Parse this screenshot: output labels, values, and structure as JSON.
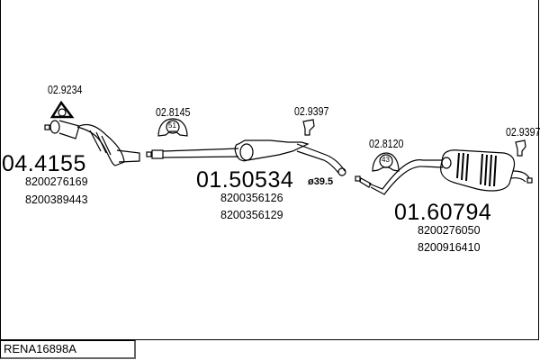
{
  "diagram_code": "RENA16898A",
  "parts": [
    {
      "number": "04.4155",
      "oe_numbers": [
        "8200276169",
        "8200389443"
      ],
      "name": "catalytic-converter"
    },
    {
      "number": "01.50534",
      "oe_numbers": [
        "8200356126",
        "8200356129"
      ],
      "name": "middle-silencer"
    },
    {
      "number": "01.60794",
      "oe_numbers": [
        "8200276050",
        "8200916410"
      ],
      "name": "rear-silencer"
    }
  ],
  "accessories": [
    {
      "number": "02.9234",
      "name": "gasket"
    },
    {
      "number": "02.8145",
      "clamp_size": "51",
      "name": "clamp"
    },
    {
      "number": "02.9397",
      "name": "rubber-mount"
    },
    {
      "number": "02.8120",
      "clamp_size": "43",
      "name": "clamp"
    },
    {
      "number": "02.9397",
      "name": "rubber-mount"
    }
  ],
  "pipe_diameter": "ø39.5"
}
